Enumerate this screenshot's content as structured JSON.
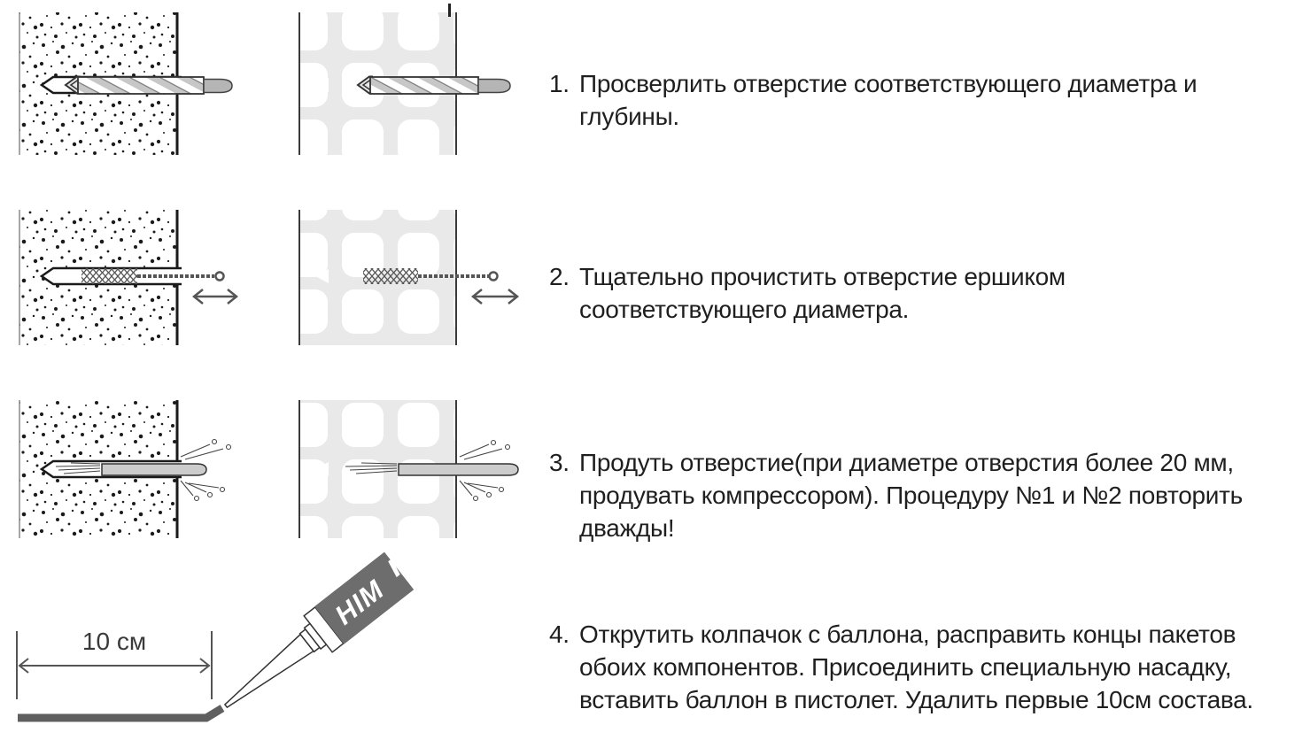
{
  "steps": [
    {
      "number": "1.",
      "lines": [
        "Просверлить отверстие соответствующего диаметра и",
        "глубины."
      ]
    },
    {
      "number": "2.",
      "lines": [
        "Тщательно прочистить отверстие ершиком",
        "соответствующего диаметра."
      ]
    },
    {
      "number": "3.",
      "lines": [
        "Продуть отверстие(при диаметре отверстия более 20 мм,",
        "продувать компрессором). Процедуру №1 и №2 повторить",
        "дважды!"
      ]
    },
    {
      "number": "4.",
      "lines": [
        "Открутить колпачок с баллона, расправить концы пакетов",
        "обоих компонентов. Присоединить специальную насадку,",
        "вставить баллон в пистолет. Удалить первые 10см состава."
      ]
    }
  ],
  "figures": {
    "dimension_label": "10 см",
    "cartridge_label": "HIM"
  },
  "colors": {
    "text": "#1f1f1f",
    "brick_gray": "#e9e9e9",
    "cartridge_label_gray": "#6d6d6d",
    "bead_gray": "#5f5f5f",
    "drill_shank_gray": "#b5b5b5",
    "line_dark": "#1a1a1a"
  }
}
